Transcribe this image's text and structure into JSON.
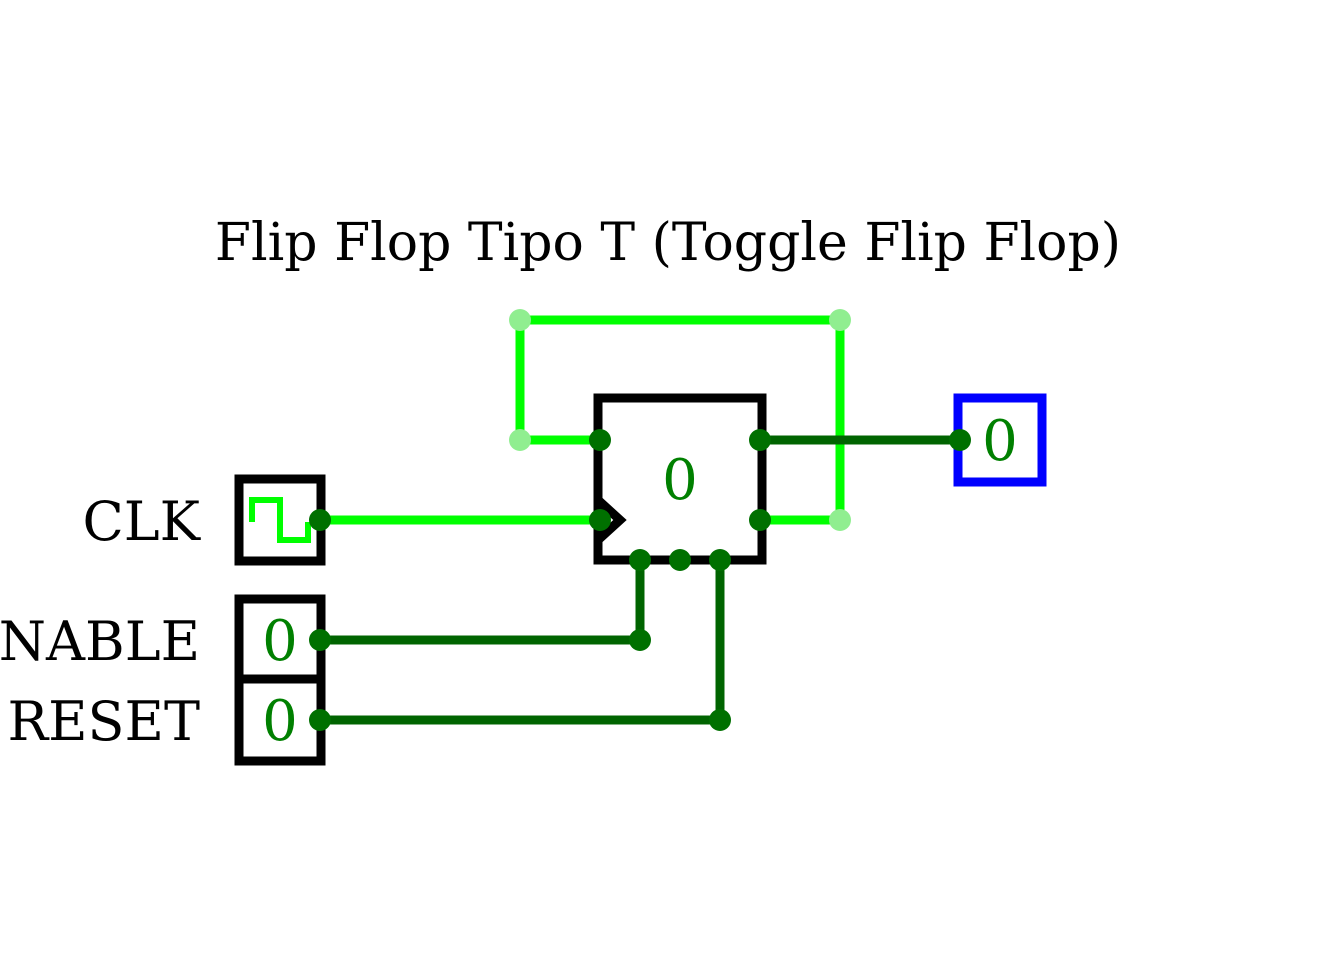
{
  "title": "Flip Flop Tipo T (Toggle Flip Flop)",
  "colors": {
    "wire_high": "#00ff00",
    "wire_low": "#006400",
    "pin_low": "#007000",
    "pin_high_light": "#90ee90",
    "component_border": "#000000",
    "output_border": "#0000ff",
    "value_text": "#008000"
  },
  "inputs": {
    "clk": {
      "label": "CLK",
      "icon": "clock-wave-icon"
    },
    "enable": {
      "label": "ENABLE",
      "value": "0"
    },
    "reset": {
      "label": "RESET",
      "value": "0"
    }
  },
  "flipflop": {
    "value": "0"
  },
  "output": {
    "value": "0"
  }
}
